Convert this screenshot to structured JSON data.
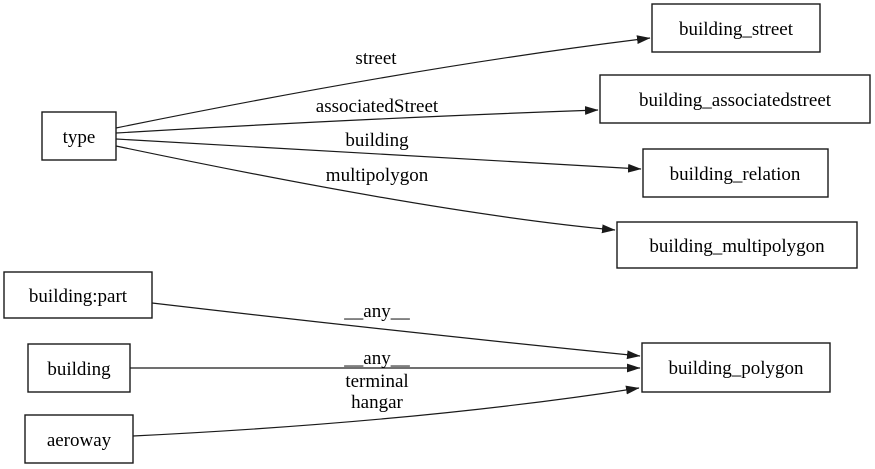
{
  "diagram": {
    "kind": "directed-graph",
    "colors": {
      "background": "#ffffff",
      "stroke": "#1a1a1a",
      "text": "#000000",
      "node_fill": "#ffffff"
    },
    "nodes": [
      {
        "id": "type",
        "label": "type"
      },
      {
        "id": "building_street",
        "label": "building_street"
      },
      {
        "id": "building_associatedstreet",
        "label": "building_associatedstreet"
      },
      {
        "id": "building_relation",
        "label": "building_relation"
      },
      {
        "id": "building_multipolygon",
        "label": "building_multipolygon"
      },
      {
        "id": "building:part",
        "label": "building:part"
      },
      {
        "id": "building",
        "label": "building"
      },
      {
        "id": "aeroway",
        "label": "aeroway"
      },
      {
        "id": "building_polygon",
        "label": "building_polygon"
      }
    ],
    "edges": [
      {
        "from": "type",
        "to": "building_street",
        "label": "street"
      },
      {
        "from": "type",
        "to": "building_associatedstreet",
        "label": "associatedStreet"
      },
      {
        "from": "type",
        "to": "building_relation",
        "label": "building"
      },
      {
        "from": "type",
        "to": "building_multipolygon",
        "label": "multipolygon"
      },
      {
        "from": "building:part",
        "to": "building_polygon",
        "label": "__any__"
      },
      {
        "from": "building",
        "to": "building_polygon",
        "label": "__any__"
      },
      {
        "from": "aeroway",
        "to": "building_polygon",
        "label_lines": [
          "terminal",
          "hangar"
        ]
      }
    ]
  }
}
